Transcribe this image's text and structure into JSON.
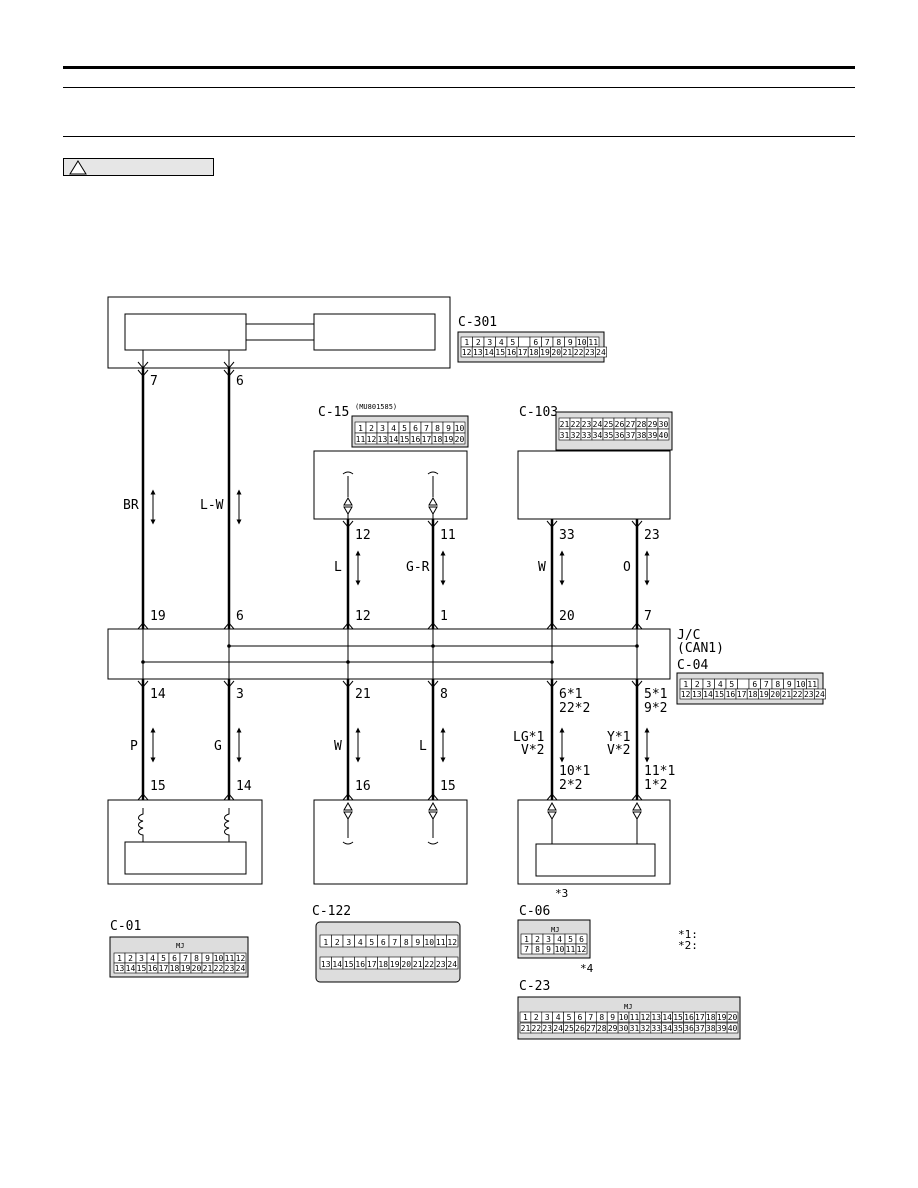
{
  "notes": {
    "note_1": "*1:",
    "note_2": "*2:",
    "mark_3": "*3",
    "mark_4": "*4"
  },
  "connectors": {
    "c301": "C-301",
    "c15": "C-15",
    "c15_part": "(MU801585)",
    "c103": "C-103",
    "jc": "J/C",
    "jc_sub": "(CAN1)",
    "c04": "C-04",
    "c01": "C-01",
    "c122": "C-122",
    "c06": "C-06",
    "c23": "C-23",
    "mj": "MJ"
  },
  "wires": {
    "w1": {
      "top_pin": "7",
      "color": "BR",
      "jc_top": "19",
      "jc_bottom": "14",
      "lower_color": "P",
      "bottom_pin": "15"
    },
    "w2": {
      "top_pin": "6",
      "color": "L-W",
      "jc_top": "6",
      "jc_bottom": "3",
      "lower_color": "G",
      "bottom_pin": "14"
    },
    "w3": {
      "top_pin": "12",
      "color": "L",
      "jc_top": "12",
      "jc_bottom": "21",
      "lower_color": "W",
      "bottom_pin": "16"
    },
    "w4": {
      "top_pin": "11",
      "color": "G-R",
      "jc_top": "1",
      "jc_bottom": "8",
      "lower_color": "L",
      "bottom_pin": "15"
    },
    "w5": {
      "top_pin": "33",
      "color": "W",
      "jc_top": "20",
      "jc_bottom_a": "6*1",
      "jc_bottom_b": "22*2",
      "lower_color_a": "LG*1",
      "lower_color_b": "V*2",
      "bottom_pin_a": "10*1",
      "bottom_pin_b": "2*2"
    },
    "w6": {
      "top_pin": "23",
      "color": "O",
      "jc_top": "7",
      "jc_bottom_a": "5*1",
      "jc_bottom_b": "9*2",
      "lower_color_a": "Y*1",
      "lower_color_b": "V*2",
      "bottom_pin_a": "11*1",
      "bottom_pin_b": "1*2"
    }
  },
  "pinouts": {
    "c301_row1": [
      "1",
      "2",
      "3",
      "4",
      "5",
      "",
      "6",
      "7",
      "8",
      "9",
      "10",
      "11"
    ],
    "c301_row2": [
      "12",
      "13",
      "14",
      "15",
      "16",
      "17",
      "18",
      "19",
      "20",
      "21",
      "22",
      "23",
      "24"
    ],
    "c15_row1": [
      "1",
      "2",
      "3",
      "4",
      "5",
      "6",
      "7",
      "8",
      "9",
      "10"
    ],
    "c15_row2": [
      "11",
      "12",
      "13",
      "14",
      "15",
      "16",
      "17",
      "18",
      "19",
      "20"
    ],
    "c103_row1": [
      "21",
      "22",
      "23",
      "24",
      "25",
      "26",
      "27",
      "28",
      "29",
      "30"
    ],
    "c103_row2": [
      "31",
      "32",
      "33",
      "34",
      "35",
      "36",
      "37",
      "38",
      "39",
      "40"
    ],
    "c04_row1": [
      "1",
      "2",
      "3",
      "4",
      "5",
      "",
      "6",
      "7",
      "8",
      "9",
      "10",
      "11"
    ],
    "c04_row2": [
      "12",
      "13",
      "14",
      "15",
      "16",
      "17",
      "18",
      "19",
      "20",
      "21",
      "22",
      "23",
      "24"
    ],
    "c01_row1": [
      "1",
      "2",
      "3",
      "4",
      "5",
      "6",
      "7",
      "8",
      "9",
      "10",
      "11",
      "12"
    ],
    "c01_row2": [
      "13",
      "14",
      "15",
      "16",
      "17",
      "18",
      "19",
      "20",
      "21",
      "22",
      "23",
      "24"
    ],
    "c122_row1": [
      "1",
      "2",
      "3",
      "4",
      "5",
      "6",
      "7",
      "8",
      "9",
      "10",
      "11",
      "12"
    ],
    "c122_row2": [
      "13",
      "14",
      "15",
      "16",
      "17",
      "18",
      "19",
      "20",
      "21",
      "22",
      "23",
      "24"
    ],
    "c06_row1": [
      "1",
      "2",
      "3",
      "4",
      "5",
      "6"
    ],
    "c06_row2": [
      "7",
      "8",
      "9",
      "10",
      "11",
      "12"
    ],
    "c23_row1": [
      "1",
      "2",
      "3",
      "4",
      "5",
      "6",
      "7",
      "8",
      "9",
      "10",
      "11",
      "12",
      "13",
      "14",
      "15",
      "16",
      "17",
      "18",
      "19",
      "20"
    ],
    "c23_row2": [
      "21",
      "22",
      "23",
      "24",
      "25",
      "26",
      "27",
      "28",
      "29",
      "30",
      "31",
      "32",
      "33",
      "34",
      "35",
      "36",
      "37",
      "38",
      "39",
      "40"
    ]
  }
}
